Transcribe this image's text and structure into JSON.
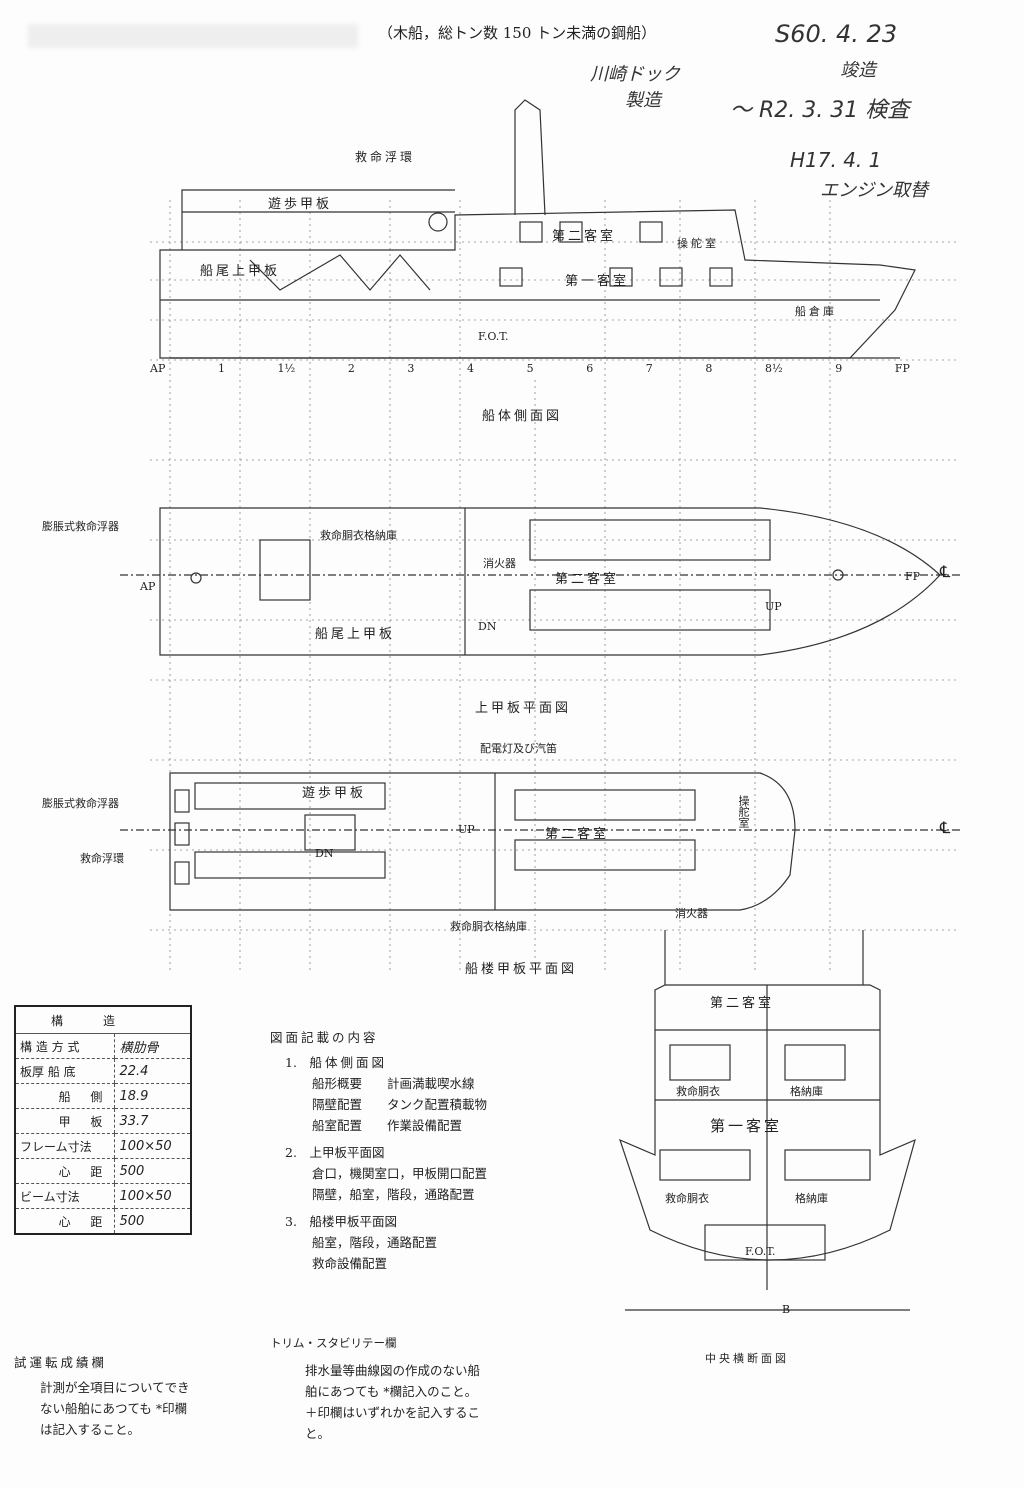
{
  "header": {
    "title": "（木船，総トン数 150 トン未満の鋼船）",
    "handwritten": {
      "built_date": "S60. 4. 23",
      "built_label": "竣造",
      "builder": "川崎ドック",
      "builder_label": "製造",
      "inspection": "〜 R2. 3. 31 検査",
      "engine_date": "H17. 4. 1",
      "engine_label": "エンジン取替"
    }
  },
  "side_view": {
    "title": "船体側面図",
    "labels": [
      "救命浮環",
      "遊歩甲板",
      "第二客室",
      "操舵室",
      "船尾上甲板",
      "第一客室",
      "船倉庫",
      "F.O.T."
    ],
    "frames": [
      "AP",
      "1",
      "1½",
      "2",
      "3",
      "4",
      "5",
      "6",
      "7",
      "8",
      "8½",
      "9",
      "FP"
    ]
  },
  "upper_deck": {
    "title": "上甲板平面図",
    "labels": [
      "膨脹式救命浮器",
      "救命胴衣格納庫",
      "第二客室",
      "船尾上甲板",
      "消火器",
      "AP",
      "FP",
      "UP",
      "DN"
    ],
    "centerline": "℄"
  },
  "bridge_deck": {
    "title": "船楼甲板平面図",
    "labels": [
      "膨脹式救命浮器",
      "救命浮環",
      "遊歩甲板",
      "配電灯及び汽笛",
      "第二客室",
      "操舵室",
      "消火器",
      "救命胴衣格納庫",
      "DN",
      "UP"
    ],
    "centerline": "℄"
  },
  "structure_table": {
    "header": [
      "構",
      "造"
    ],
    "rows": [
      {
        "label": "構 造 方 式",
        "value": "横肋骨"
      },
      {
        "label": "板厚 船 底",
        "value": "22.4"
      },
      {
        "label": "船 側",
        "value": "18.9"
      },
      {
        "label": "甲 板",
        "value": "33.7"
      },
      {
        "label": "フレーム寸法",
        "value": "100×50"
      },
      {
        "label": "心 距",
        "value": "500"
      },
      {
        "label": "ビーム寸法",
        "value": "100×50"
      },
      {
        "label": "心 距",
        "value": "500"
      }
    ]
  },
  "contents": {
    "title": "図面記載の内容",
    "items": [
      {
        "num": "1.",
        "title": "船体側面図",
        "lines": [
          "船形概要　　計画満載喫水線",
          "隔壁配置　　タンク配置積載物",
          "船室配置　　作業設備配置"
        ]
      },
      {
        "num": "2.",
        "title": "上甲板平面図",
        "lines": [
          "倉口，機関室口，甲板開口配置",
          "隔壁，船室，階段，通路配置"
        ]
      },
      {
        "num": "3.",
        "title": "船楼甲板平面図",
        "lines": [
          "船室，階段，通路配置",
          "救命設備配置"
        ]
      }
    ]
  },
  "trial": {
    "title": "試運転成績欄",
    "lines": [
      "計測が全項目についてでき",
      "ない船舶にあつても *印欄",
      "は記入すること。"
    ]
  },
  "trim": {
    "title": "トリム・スタビリテー欄",
    "lines": [
      "排水量等曲線図の作成のない船",
      "舶にあつても *欄記入のこと。",
      "＋印欄はいずれかを記入するこ",
      "と。"
    ]
  },
  "cross_section": {
    "title": "中央横断面図",
    "labels": [
      "第二客室",
      "救命胴衣",
      "格納庫",
      "第一客室",
      "救命胴衣",
      "格納庫",
      "F.O.T.",
      "B"
    ]
  }
}
